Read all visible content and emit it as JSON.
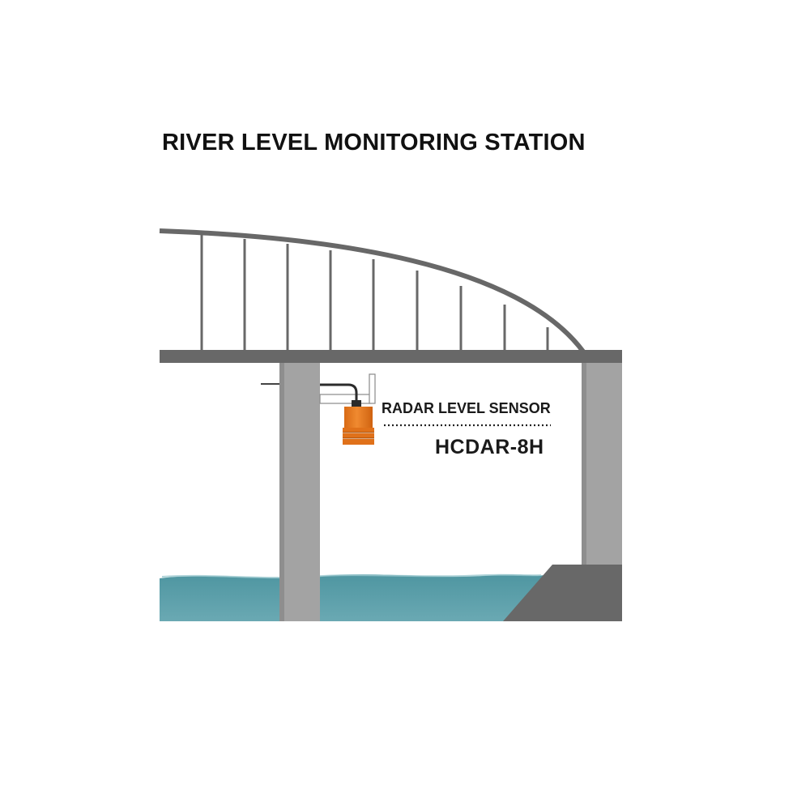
{
  "title": "RIVER LEVEL MONITORING STATION",
  "sensor": {
    "label": "RADAR LEVEL SENSOR",
    "model": "HCDAR-8H"
  },
  "colors": {
    "bridge_steel": "#6b6b6b",
    "pier": "#a0a0a0",
    "sensor_orange": "#ee7c22",
    "water": "#5b9ea8",
    "bank": "#686868",
    "text": "#111111"
  },
  "icons": {
    "bridge": "bridge-arch",
    "sensor": "radar-level-sensor"
  }
}
